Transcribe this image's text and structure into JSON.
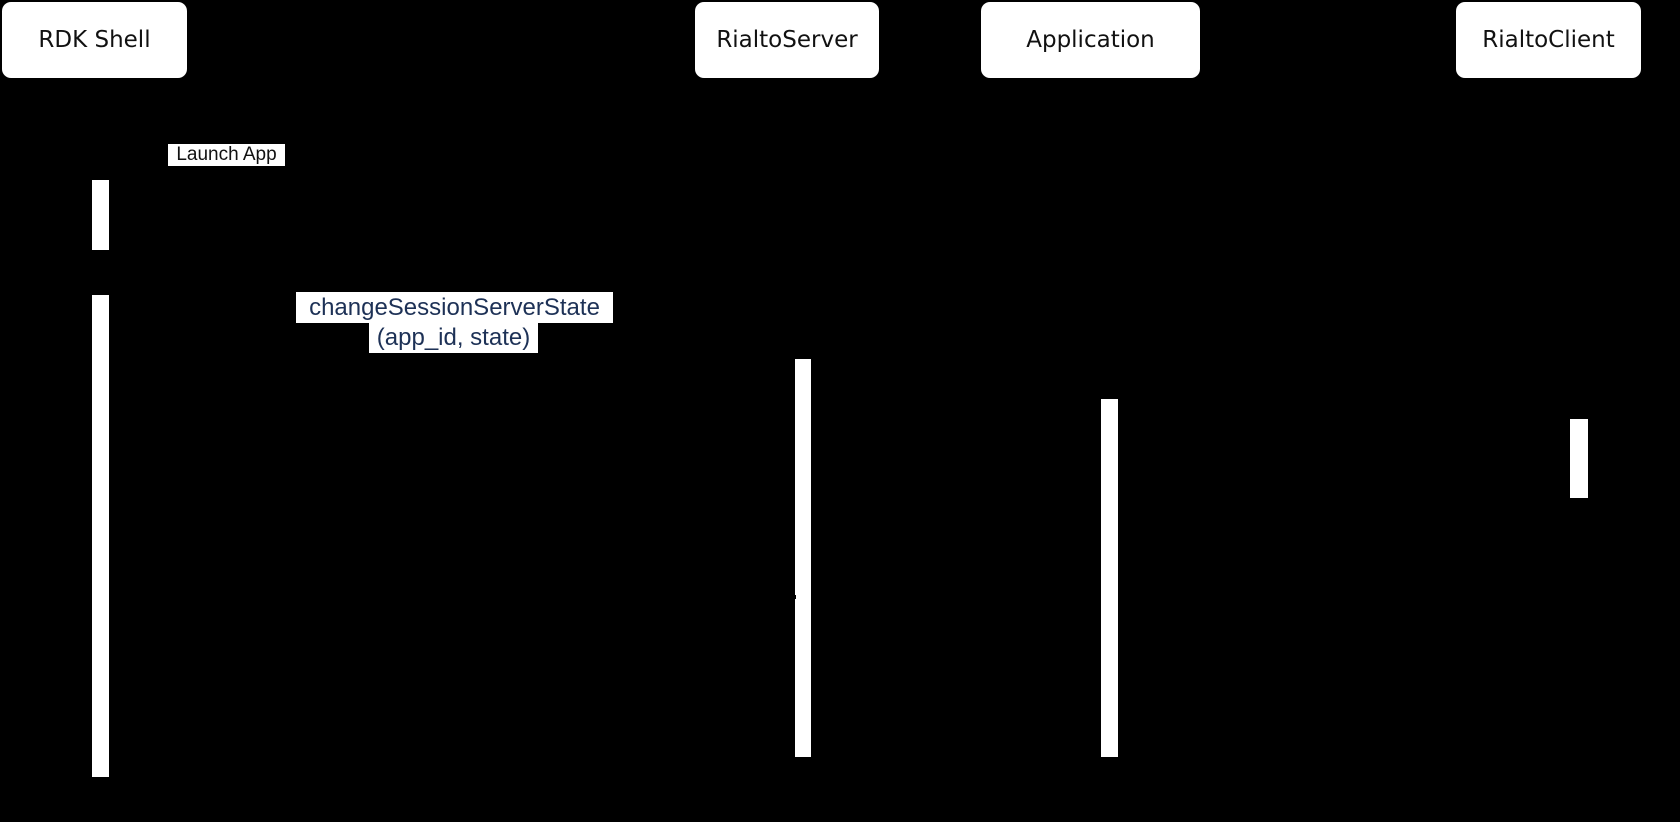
{
  "diagram_type": "sequence-diagram",
  "colors": {
    "background": "#000000",
    "actor_box_background": "#ffffff",
    "actor_text": "#111111",
    "activation_bar": "#ffffff",
    "label_background": "#ffffff",
    "launch_label_text": "#111111",
    "message_label_text": "#1d3156"
  },
  "actors": [
    {
      "label": "RDK Shell"
    },
    {
      "label": "RialtoServer"
    },
    {
      "label": "Application"
    },
    {
      "label": "RialtoClient"
    }
  ],
  "messages": {
    "launch_app": {
      "label": "Launch App"
    },
    "change_session": {
      "line1": "changeSessionServerState",
      "line2": "(app_id, state)"
    }
  },
  "activations": [
    {
      "actor": "RDK Shell",
      "segment": 1
    },
    {
      "actor": "RDK Shell",
      "segment": 2
    },
    {
      "actor": "RialtoServer",
      "segment": 1
    },
    {
      "actor": "Application",
      "segment": 1
    },
    {
      "actor": "RialtoClient",
      "segment": 1
    }
  ]
}
